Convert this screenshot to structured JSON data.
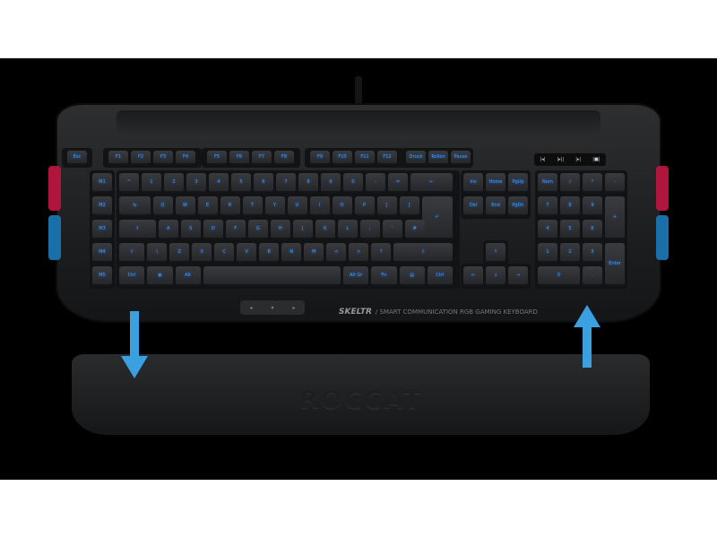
{
  "brand": {
    "logo": "ROCCAT",
    "model": "SKELTR",
    "tagline": "/ SMART COMMUNICATION RGB GAMING KEYBOARD"
  },
  "colors": {
    "key_backlight": "#3d9bff",
    "side_top": "#b0153c",
    "side_bottom": "#1a6fa8",
    "arrow": "#3aa0e0"
  },
  "media_keys": [
    "|◂|",
    "|▸||",
    "|▸|",
    "|■|"
  ],
  "rocker": [
    "◂",
    "▾",
    "▸"
  ],
  "function_row": [
    "Esc",
    "F1",
    "F2",
    "F3",
    "F4",
    "F5",
    "F6",
    "F7",
    "F8",
    "F9",
    "F10",
    "F11",
    "F12",
    "Druck",
    "Rollen",
    "Pause"
  ],
  "macro_keys": [
    "M1",
    "M2",
    "M3",
    "M4",
    "M5"
  ],
  "main_rows": [
    [
      "^",
      "1",
      "2",
      "3",
      "4",
      "5",
      "6",
      "7",
      "8",
      "9",
      "0",
      "-",
      "=",
      "←"
    ],
    [
      "⇆",
      "Q",
      "W",
      "E",
      "R",
      "T",
      "Y",
      "U",
      "I",
      "O",
      "P",
      "[",
      "]",
      "↵"
    ],
    [
      "⇪",
      "A",
      "S",
      "D",
      "F",
      "G",
      "H",
      "J",
      "K",
      "L",
      ";",
      "'",
      "#"
    ],
    [
      "⇧",
      "\\",
      "Z",
      "X",
      "C",
      "V",
      "B",
      "N",
      "M",
      "<",
      ">",
      "?",
      "⇧"
    ],
    [
      "Ctrl",
      "◉",
      "Alt",
      "",
      "Alt Gr",
      "Fn",
      "▤",
      "Ctrl"
    ]
  ],
  "nav_keys": [
    "Ins",
    "Home",
    "PgUp",
    "Del",
    "End",
    "PgDn",
    "↑",
    "←",
    "↓",
    "→"
  ],
  "numpad_keys": [
    "Num",
    "/",
    "*",
    "-",
    "7",
    "8",
    "9",
    "+",
    "4",
    "5",
    "6",
    "1",
    "2",
    "3",
    "Enter",
    "0",
    "."
  ],
  "arrows": [
    {
      "direction": "down"
    },
    {
      "direction": "up"
    }
  ]
}
